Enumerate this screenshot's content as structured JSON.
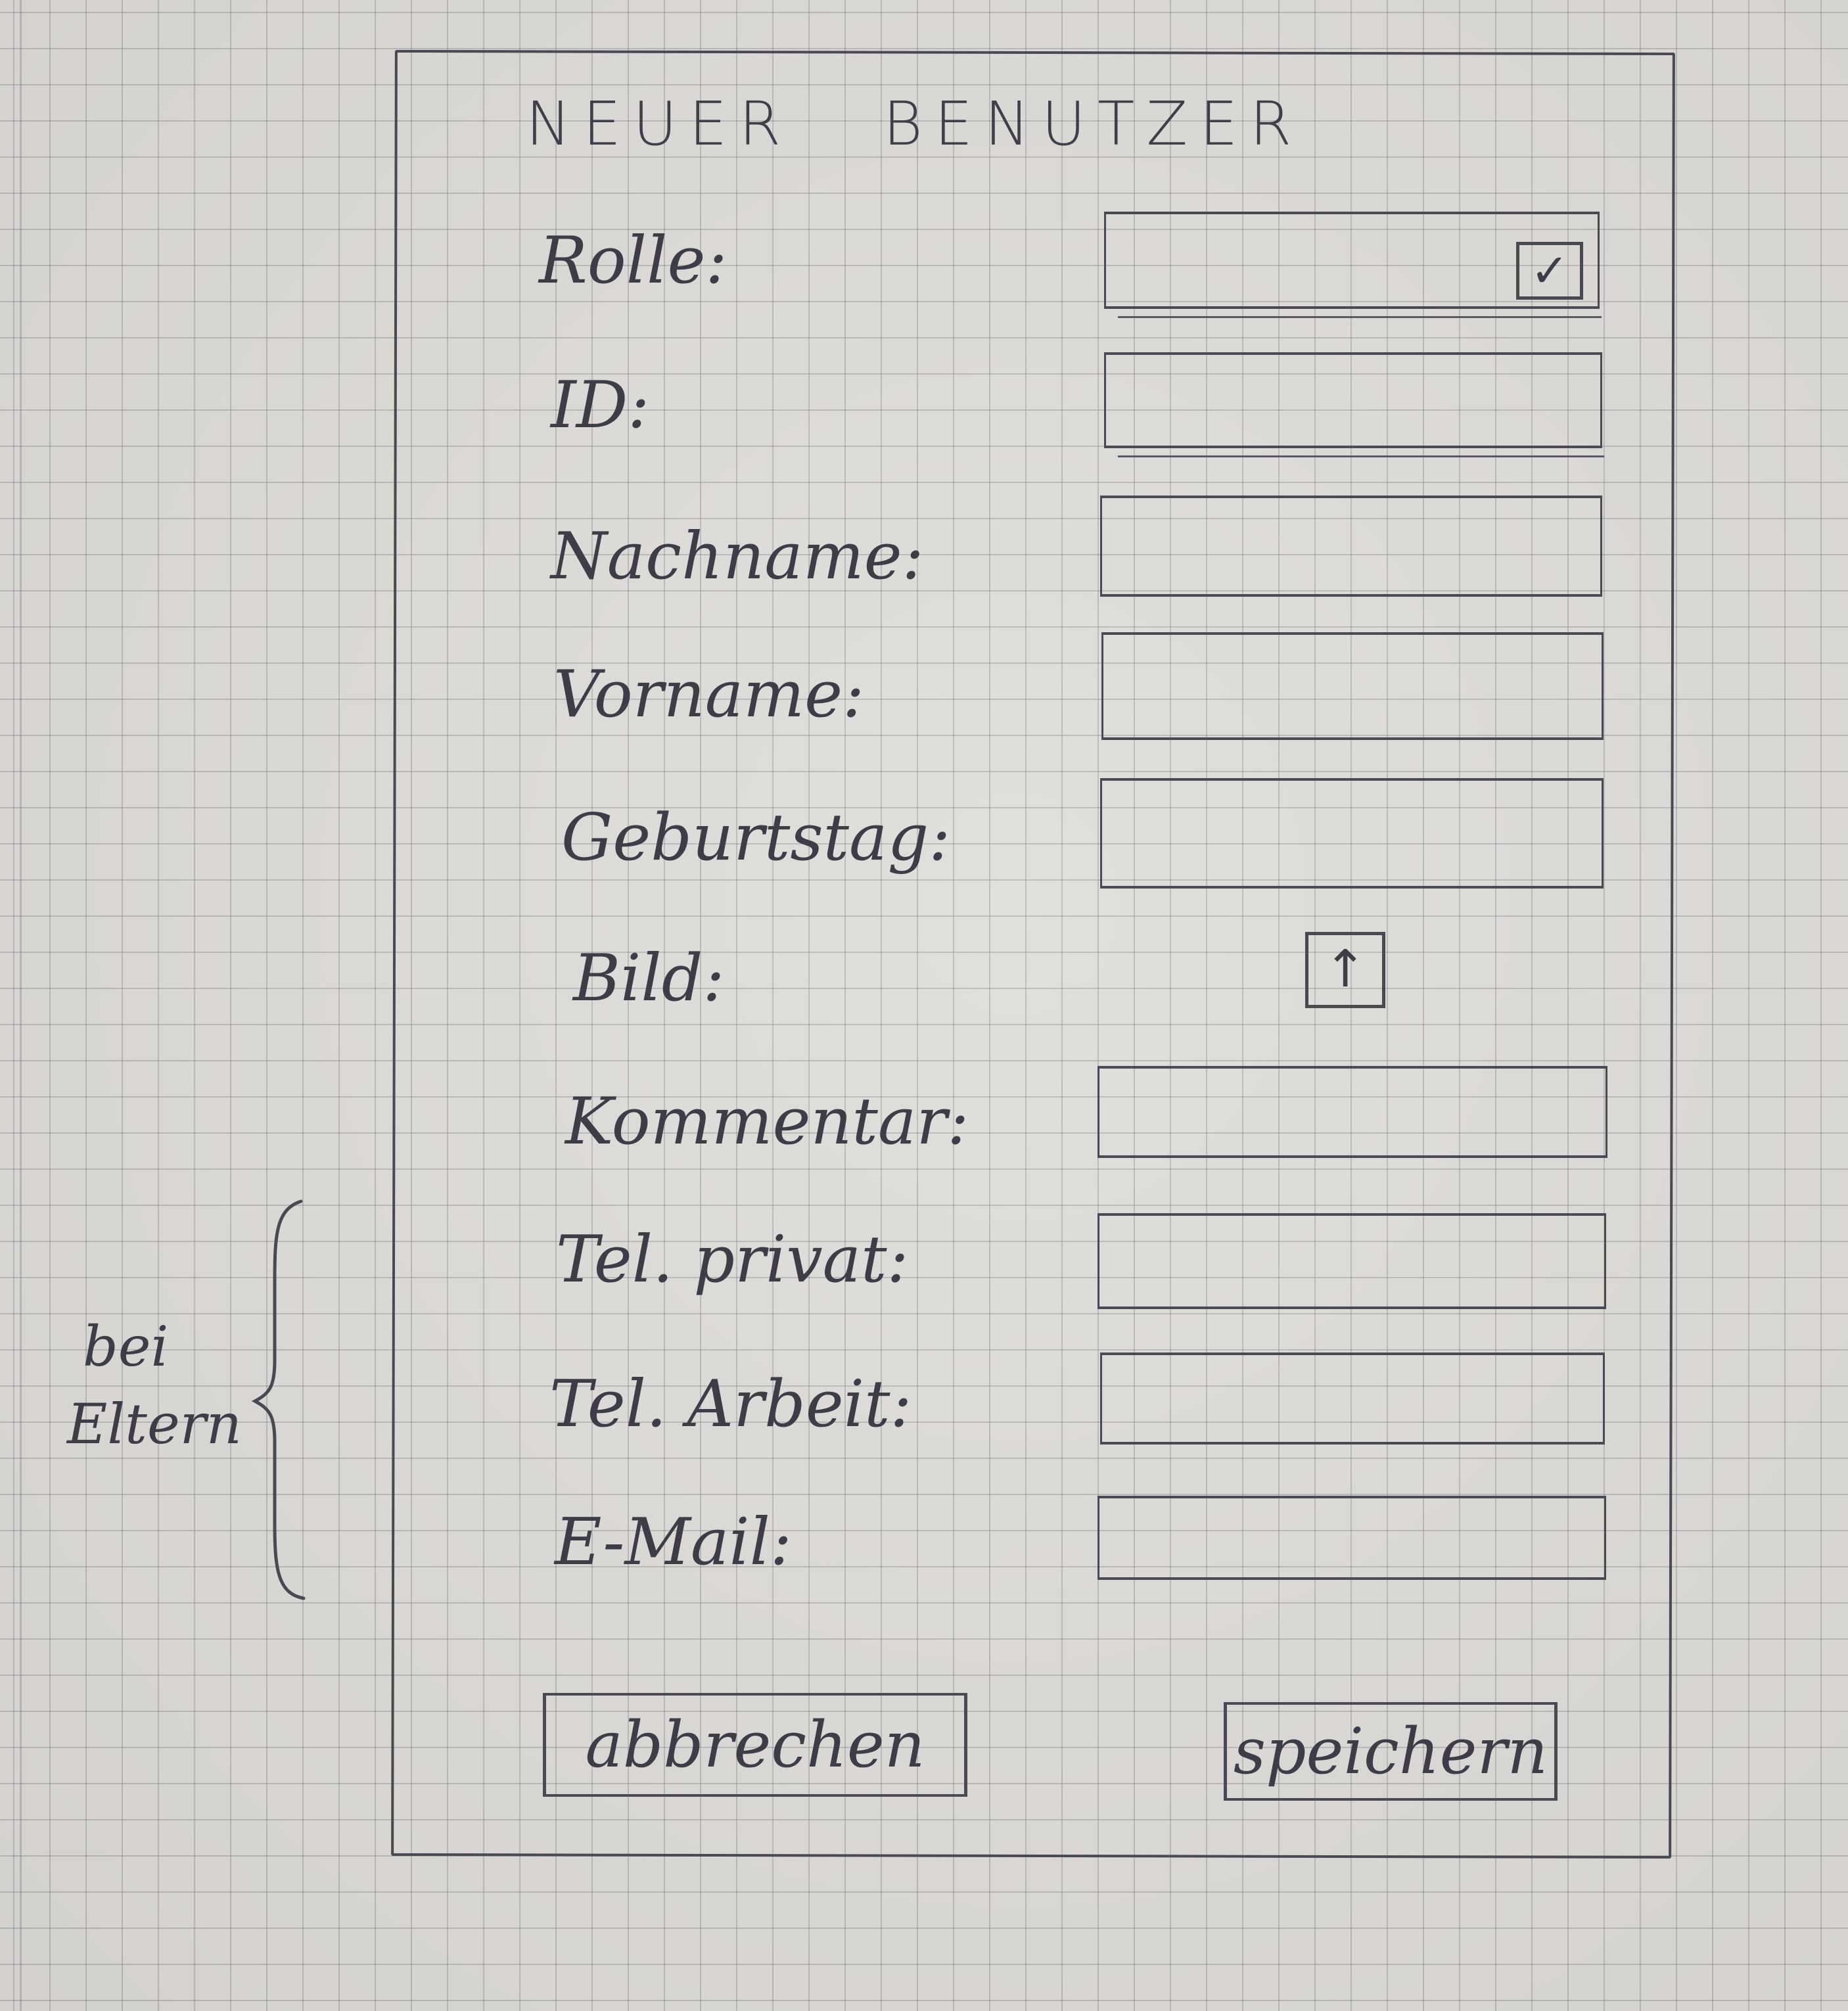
{
  "form": {
    "title": "NEUER BENUTZER",
    "fields": {
      "role": {
        "label": "Rolle:"
      },
      "id": {
        "label": "ID:"
      },
      "last_name": {
        "label": "Nachname:"
      },
      "first_name": {
        "label": "Vorname:"
      },
      "birthday": {
        "label": "Geburtstag:"
      },
      "picture": {
        "label": "Bild:"
      },
      "comment": {
        "label": "Kommentar:"
      },
      "phone_private": {
        "label": "Tel. privat:"
      },
      "phone_work": {
        "label": "Tel. Arbeit:"
      },
      "email": {
        "label": "E-Mail:"
      }
    },
    "icons": {
      "dropdown": "checkbox-dropdown-icon",
      "dropdown_glyph": "✓",
      "upload": "upload-arrow-icon",
      "upload_glyph": "↑"
    },
    "note": {
      "line1": "bei",
      "line2": "Eltern"
    },
    "buttons": {
      "cancel": "abbrechen",
      "save": "speichern"
    }
  }
}
